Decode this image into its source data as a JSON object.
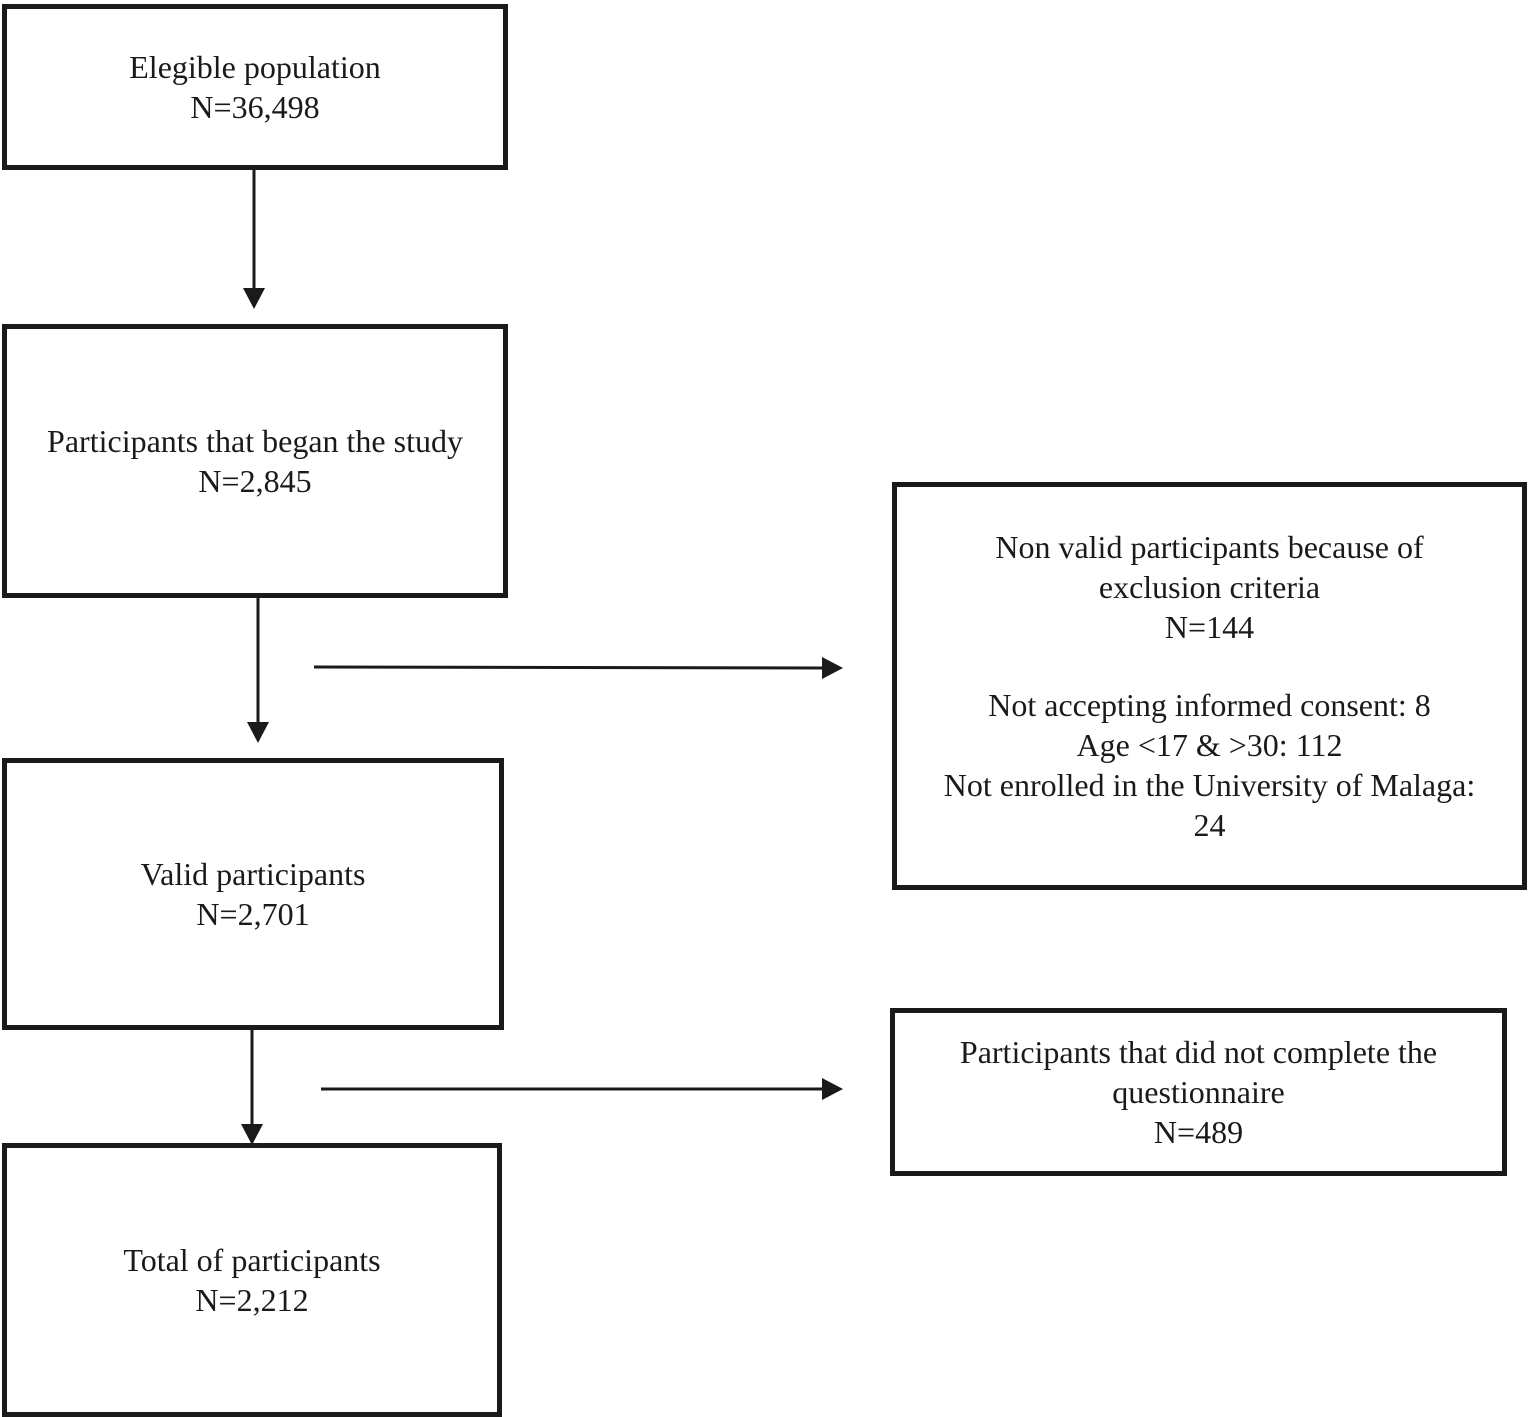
{
  "boxes": {
    "eligible": {
      "line1": "Elegible population",
      "line2": "N=36,498"
    },
    "began": {
      "line1": "Participants that began the study",
      "line2": "N=2,845"
    },
    "valid": {
      "line1": "Valid participants",
      "line2": "N=2,701"
    },
    "total": {
      "line1": "Total of participants",
      "line2": "N=2,212"
    },
    "nonvalid": {
      "line1": "Non valid participants because of",
      "line2": "exclusion criteria",
      "line3": "N=144",
      "detail1": "Not accepting informed consent: 8",
      "detail2": "Age <17 & >30: 112",
      "detail3": "Not enrolled in the University of Malaga:",
      "detail4": "24"
    },
    "incomplete": {
      "line1": "Participants that did not complete the",
      "line2": "questionnaire",
      "line3": "N=489"
    }
  },
  "colors": {
    "stroke": "#1a1a1a",
    "background": "#ffffff"
  }
}
